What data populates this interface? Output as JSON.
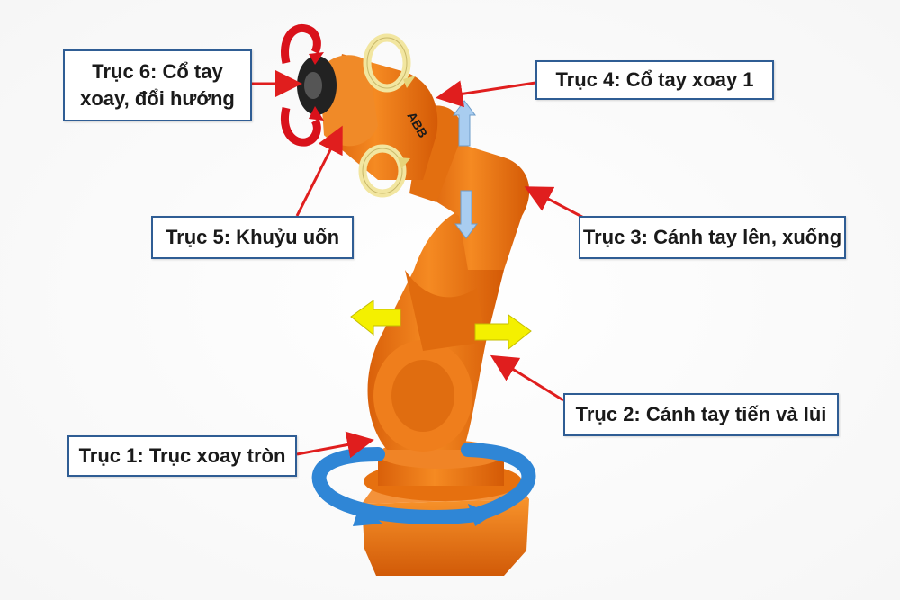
{
  "labels": {
    "axis6": {
      "line1": "Trục 6: Cổ tay",
      "line2": "xoay, đổi hướng"
    },
    "axis4": "Trục 4: Cổ tay xoay 1",
    "axis5": "Trục 5: Khuỷu uốn",
    "axis3": "Trục 3: Cánh tay lên, xuống",
    "axis2": "Trục 2: Cánh tay tiến và lùi",
    "axis1": "Trục 1: Trục xoay tròn"
  },
  "robot": {
    "brand_logo": "ABB"
  },
  "colors": {
    "robot_orange": "#f07a14",
    "robot_dark": "#c95a06",
    "box_border": "#2f5d94",
    "pointer_red": "#e01e1e",
    "rotate_red": "#d9121b",
    "rotate_blue": "#2f86d6",
    "move_yellow": "#f4f000",
    "move_lightblue": "#a9cdf0",
    "rotate_cream": "#f2e6a0"
  }
}
